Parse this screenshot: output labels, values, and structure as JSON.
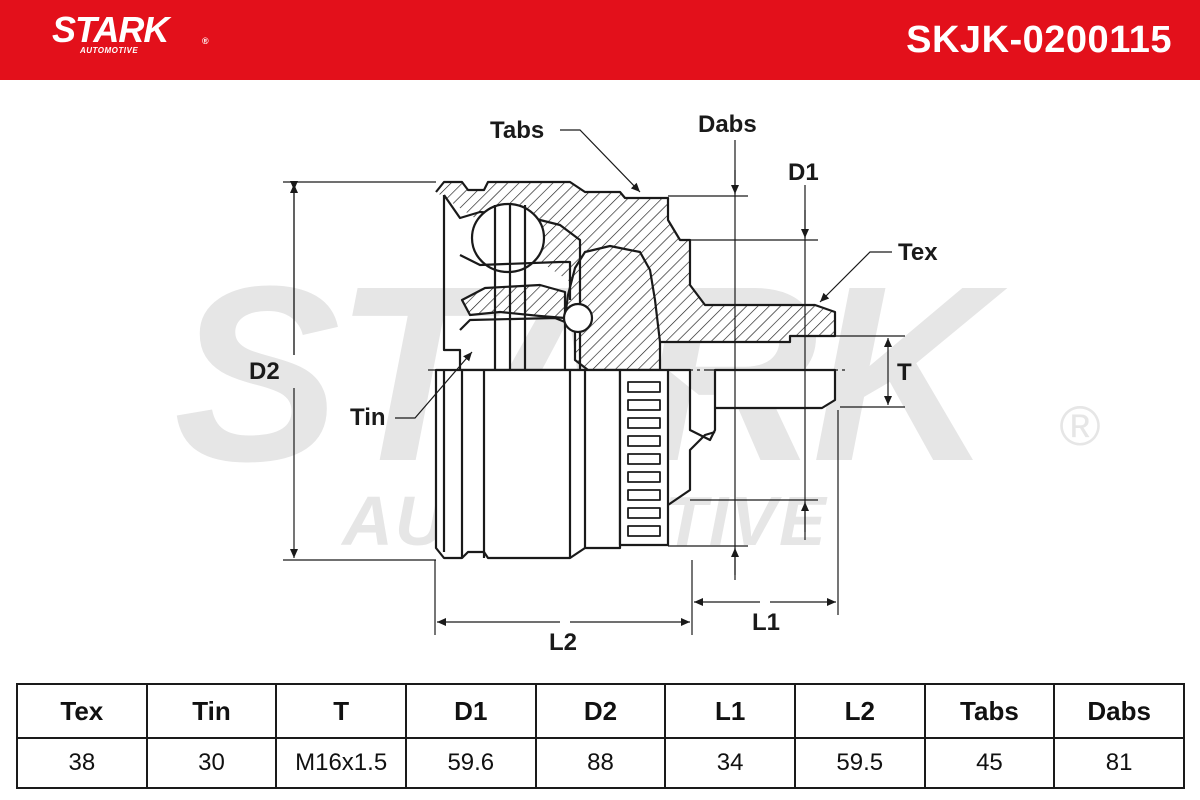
{
  "header": {
    "logo_text": "STARK",
    "logo_reg": "®",
    "logo_subtext": "AUTOMOTIVE",
    "part_number": "SKJK-0200115",
    "background_color": "#e3101b"
  },
  "watermark": {
    "text": "STARK",
    "subtext": "AUTOMOTIVE",
    "reg": "®",
    "color": "#e6e6e6"
  },
  "diagram": {
    "labels": {
      "tabs": "Tabs",
      "dabs": "Dabs",
      "d1": "D1",
      "tex": "Tex",
      "d2": "D2",
      "t": "T",
      "tin": "Tin",
      "l1": "L1",
      "l2": "L2"
    }
  },
  "spec_table": {
    "headers": [
      "Tex",
      "Tin",
      "T",
      "D1",
      "D2",
      "L1",
      "L2",
      "Tabs",
      "Dabs"
    ],
    "values": [
      "38",
      "30",
      "M16x1.5",
      "59.6",
      "88",
      "34",
      "59.5",
      "45",
      "81"
    ]
  }
}
